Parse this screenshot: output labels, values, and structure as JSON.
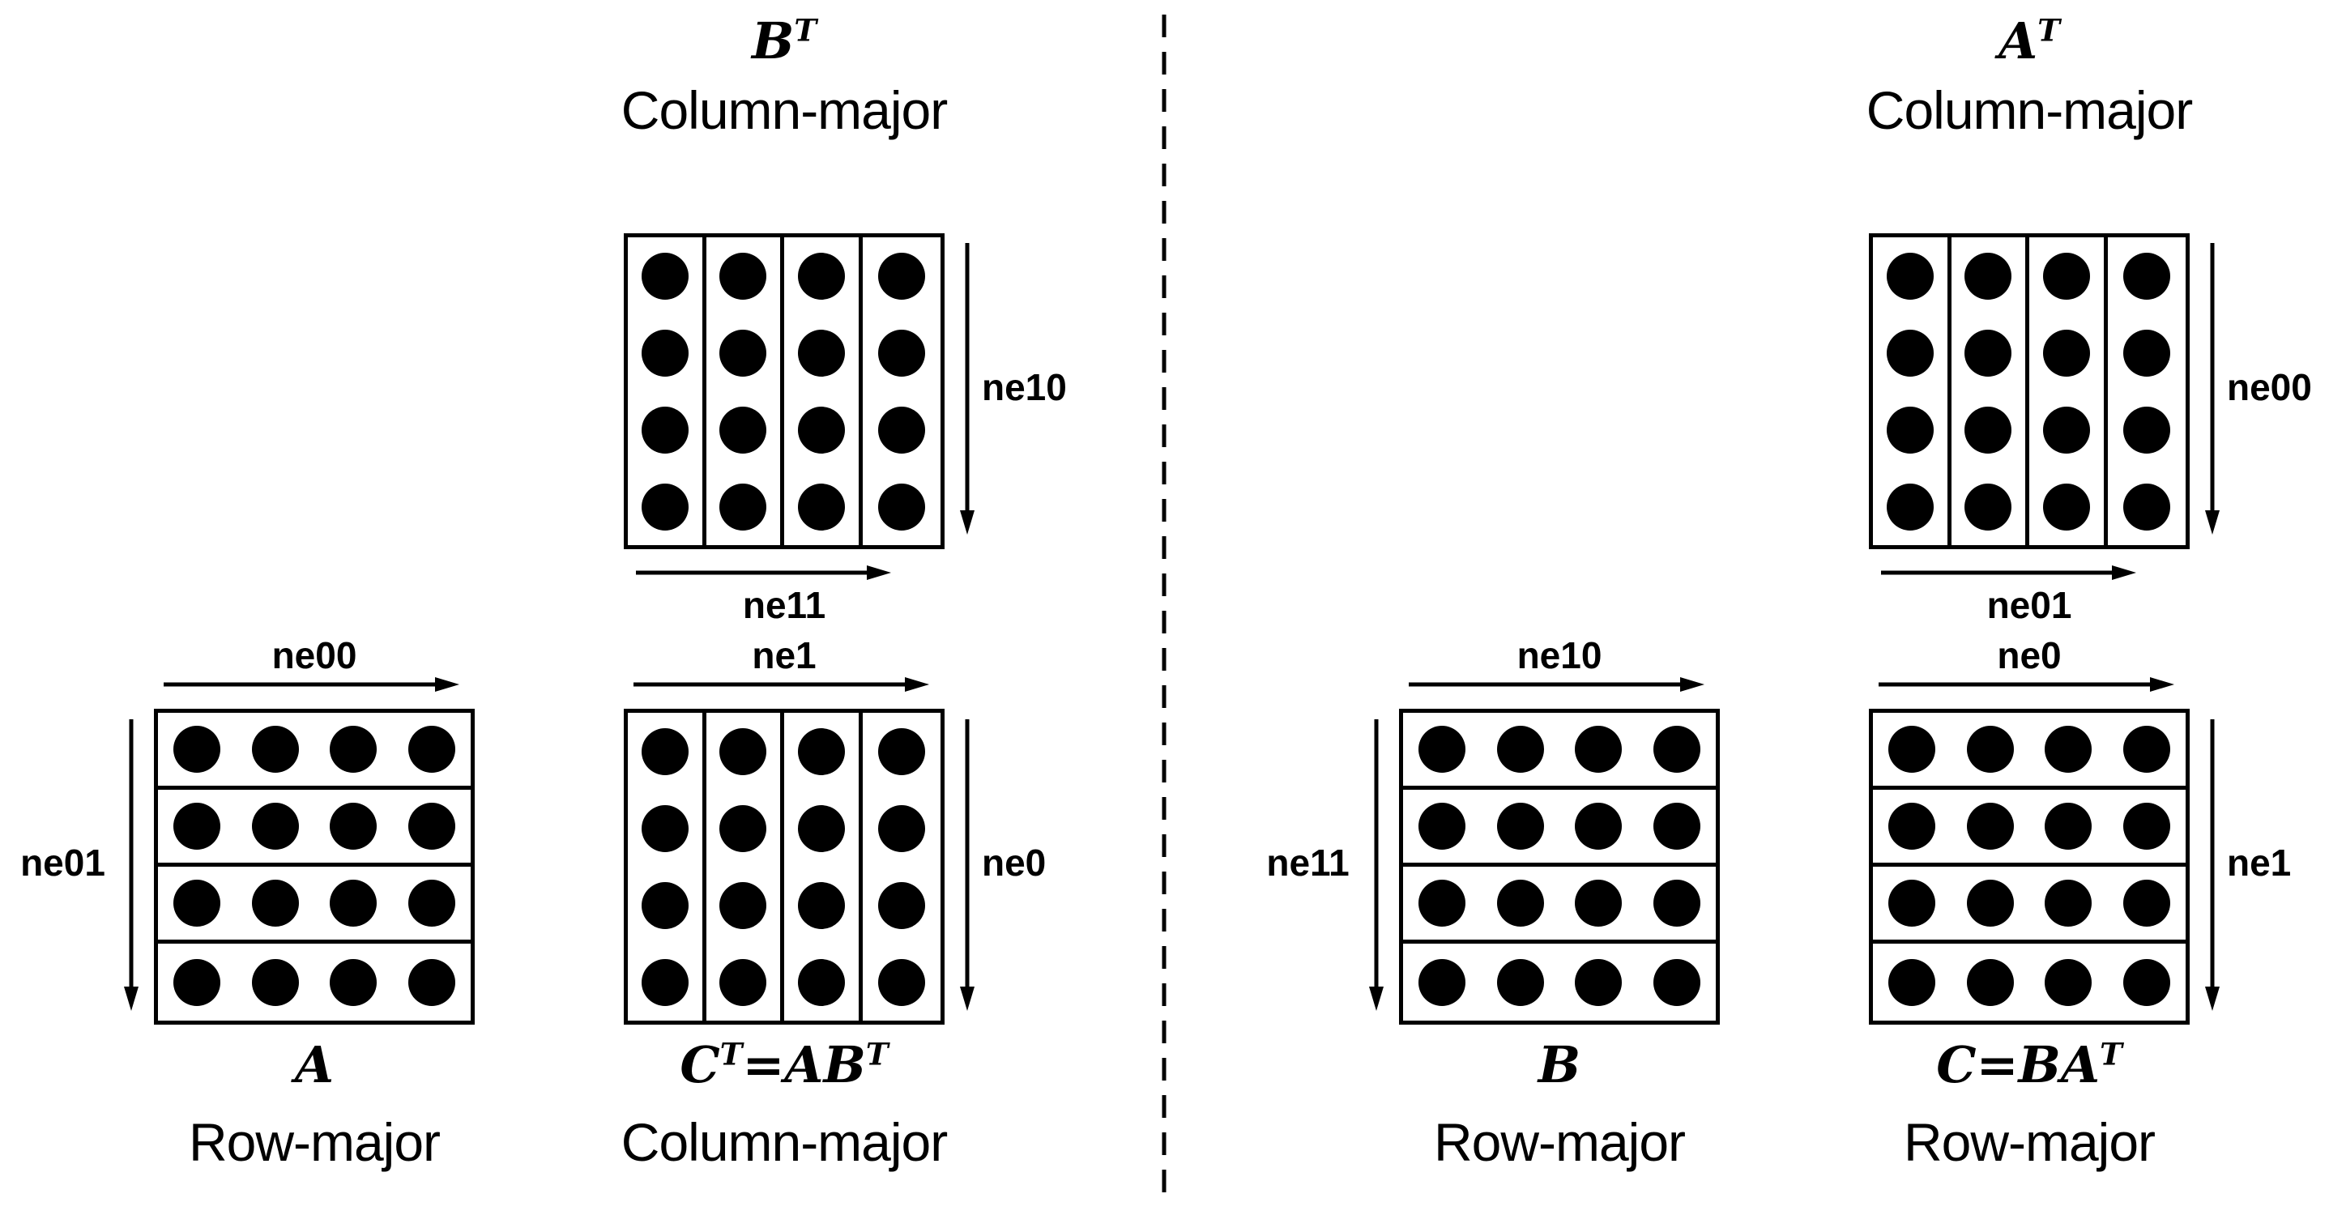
{
  "colors": {
    "foreground": "#000000",
    "background": "#ffffff"
  },
  "grid": {
    "rows": 4,
    "cols": 4
  },
  "left_panel": {
    "top_matrix": {
      "title": [
        "B",
        "T"
      ],
      "subtitle": "Column-major",
      "right_label": "ne10",
      "bottom_label": "ne11"
    },
    "bottom_left_matrix": {
      "top_label": "ne00",
      "left_label": "ne01",
      "title": [
        "A"
      ],
      "subtitle": "Row-major"
    },
    "bottom_right_matrix": {
      "top_label": "ne1",
      "right_label": "ne0",
      "title": [
        "C",
        "T",
        "=AB",
        "T"
      ],
      "subtitle": "Column-major"
    }
  },
  "right_panel": {
    "top_matrix": {
      "title": [
        "A",
        "T"
      ],
      "subtitle": "Column-major",
      "right_label": "ne00",
      "bottom_label": "ne01"
    },
    "bottom_left_matrix": {
      "top_label": "ne10",
      "left_label": "ne11",
      "title": [
        "B"
      ],
      "subtitle": "Row-major"
    },
    "bottom_right_matrix": {
      "top_label": "ne0",
      "right_label": "ne1",
      "title": [
        "C=BA",
        "T"
      ],
      "subtitle": "Row-major"
    }
  }
}
